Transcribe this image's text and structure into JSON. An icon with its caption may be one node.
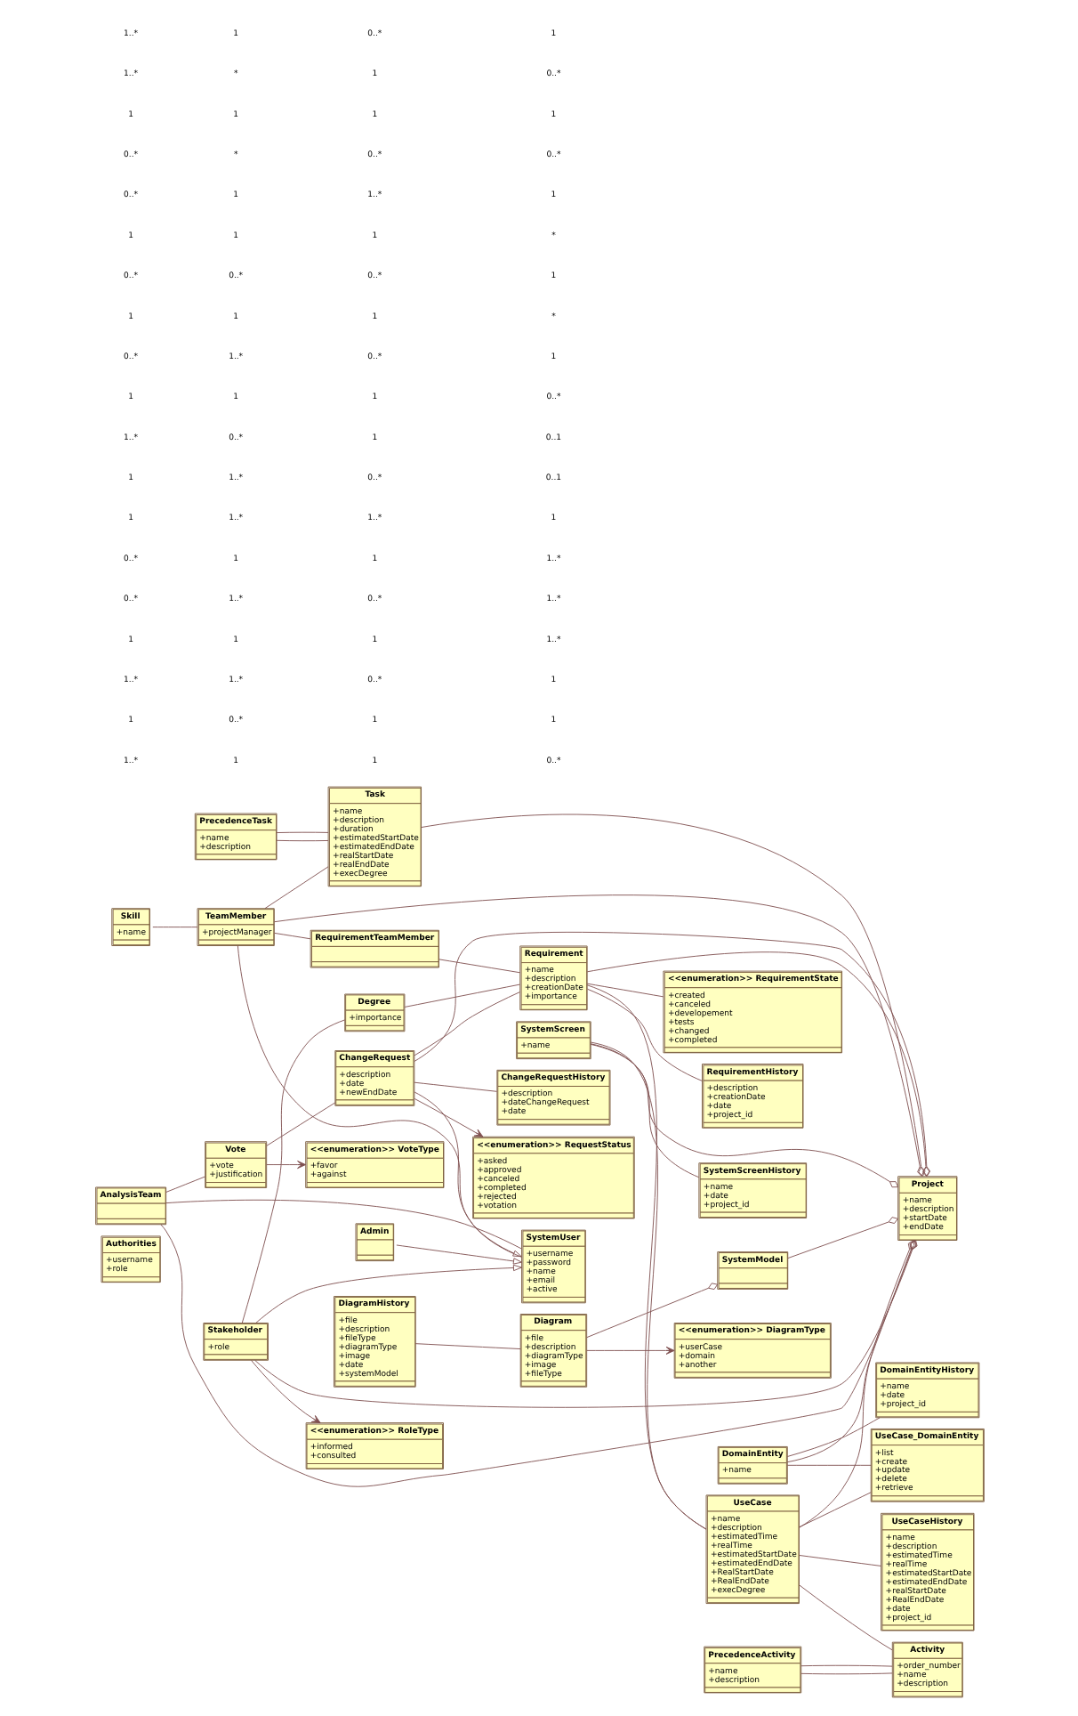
{
  "diagram": {
    "nodes": [
      {
        "text": [
          "Authorities",
          "+username",
          "+role"
        ]
      },
      {
        "text": [
          "Admin"
        ]
      },
      {
        "text": [
          "SystemUser",
          "+username",
          "+password",
          "+name",
          "+email",
          "+active"
        ]
      },
      {
        "text": [
          "Skill",
          "+name"
        ]
      },
      {
        "text": [
          "TeamMember",
          "+projectManager"
        ]
      },
      {
        "text": [
          "PrecedenceTask",
          "+name",
          "+description"
        ]
      },
      {
        "text": [
          "Task",
          "+name",
          "+description",
          "+duration",
          "+estimatedStartDate",
          "+estimatedEndDate",
          "+realStartDate",
          "+realEndDate",
          "+execDegree"
        ]
      },
      {
        "text": [
          "DiagramHistory",
          "+file",
          "+description",
          "+fileType",
          "+diagramType",
          "+image",
          "+date",
          "+systemModel"
        ]
      },
      {
        "text": [
          "<<enumeration>> RoleType",
          "+informed",
          "+consulted"
        ]
      },
      {
        "text": [
          "Diagram",
          "+file",
          "+description",
          "+diagramType",
          "+image",
          "+fileType"
        ]
      },
      {
        "text": [
          "<<enumeration>> DiagramType",
          "+userCase",
          "+domain",
          "+another"
        ]
      },
      {
        "text": [
          "DomainEntityHistory",
          "+name",
          "+date",
          "+project_id"
        ]
      },
      {
        "text": [
          "Stakeholder",
          "+role"
        ]
      },
      {
        "text": [
          "SystemModel"
        ]
      },
      {
        "text": [
          "DomainEntity",
          "+name"
        ]
      },
      {
        "text": [
          "AnalysisTeam"
        ]
      },
      {
        "text": [
          "Project",
          "+name",
          "+description",
          "+startDate",
          "+endDate"
        ]
      },
      {
        "text": [
          "RequirementTeamMember"
        ]
      },
      {
        "text": [
          "SystemScreen",
          "+name"
        ]
      },
      {
        "text": [
          "SystemScreenHistory",
          "+name",
          "+date",
          "+project_id"
        ]
      },
      {
        "text": [
          "UseCase_DomainEntity",
          "+list",
          "+create",
          "+update",
          "+delete",
          "+retrieve"
        ]
      },
      {
        "text": [
          "PrecedenceActivity",
          "+name",
          "+description"
        ]
      },
      {
        "text": [
          "Degree",
          "+importance"
        ]
      },
      {
        "text": [
          "Activity",
          "+order_number",
          "+name",
          "+description"
        ]
      },
      {
        "text": [
          "<<enumeration>> VoteType",
          "+favor",
          "+against"
        ]
      },
      {
        "text": [
          "Vote",
          "+vote",
          "+justification"
        ]
      },
      {
        "text": [
          "UseCase",
          "+name",
          "+description",
          "+estimatedTime",
          "+realTime",
          "+estimatedStartDate",
          "+estimatedEndDate",
          "+RealStartDate",
          "+RealEndDate",
          "+execDegree"
        ]
      },
      {
        "text": [
          "Requirement",
          "+name",
          "+description",
          "+creationDate",
          "+importance"
        ]
      },
      {
        "text": [
          "UseCaseHistory",
          "+name",
          "+description",
          "+estimatedTime",
          "+realTime",
          "+estimatedStartDate",
          "+estimatedEndDate",
          "+realStartDate",
          "+RealEndDate",
          "+date",
          "+project_id"
        ]
      },
      {
        "text": [
          "ChangeRequest",
          "+description",
          "+date",
          "+newEndDate"
        ]
      },
      {
        "text": [
          "<<enumeration>> RequestStatus",
          "+asked",
          "+approved",
          "+canceled",
          "+completed",
          "+rejected",
          "+votation"
        ]
      },
      {
        "text": [
          "ChangeRequestHistory",
          "+description",
          "+dateChangeRequest",
          "+date"
        ]
      },
      {
        "text": [
          "<<enumeration>> RequirementState",
          "+created",
          "+canceled",
          "+developement",
          "+tests",
          "+changed",
          "+completed"
        ]
      },
      {
        "text": [
          "RequirementHistory",
          "+description",
          "+creationDate",
          "+date",
          "+project_id"
        ]
      }
    ],
    "edges": [
      {
        "from": 1,
        "to": 2,
        "arrow": "to"
      },
      {
        "from": 4,
        "to": 2,
        "arrow": "to"
      },
      {
        "from": 12,
        "to": 2,
        "arrow": "to"
      },
      {
        "from": 3,
        "to": 4,
        "arrow": "none"
      },
      {
        "from": 4,
        "to": 6,
        "arrow": "none"
      },
      {
        "from": 5,
        "to": 6,
        "arrow": "none"
      },
      {
        "from": 5,
        "to": 6,
        "arrow": "none"
      },
      {
        "from": 6,
        "to": 16,
        "arrow": "other"
      },
      {
        "from": 4,
        "to": 16,
        "arrow": "other"
      },
      {
        "from": 4,
        "to": 17,
        "arrow": "none"
      },
      {
        "from": 7,
        "to": 9,
        "arrow": "none"
      },
      {
        "from": 9,
        "to": 10,
        "arrow": "to"
      },
      {
        "from": 9,
        "to": 13,
        "arrow": "other"
      },
      {
        "from": 13,
        "to": 16,
        "arrow": "other"
      },
      {
        "from": 14,
        "to": 16,
        "arrow": "other"
      },
      {
        "from": 18,
        "to": 16,
        "arrow": "other"
      },
      {
        "from": 14,
        "to": 11,
        "arrow": "none"
      },
      {
        "from": 14,
        "to": 20,
        "arrow": "none"
      },
      {
        "from": 18,
        "to": 19,
        "arrow": "none"
      },
      {
        "from": 18,
        "to": 26,
        "arrow": "none"
      },
      {
        "from": 26,
        "to": 20,
        "arrow": "none"
      },
      {
        "from": 26,
        "to": 23,
        "arrow": "none"
      },
      {
        "from": 21,
        "to": 23,
        "arrow": "none"
      },
      {
        "from": 21,
        "to": 23,
        "arrow": "none"
      },
      {
        "from": 26,
        "to": 28,
        "arrow": "none"
      },
      {
        "from": 26,
        "to": 16,
        "arrow": "other"
      },
      {
        "from": 17,
        "to": 27,
        "arrow": "none"
      },
      {
        "from": 12,
        "to": 16,
        "arrow": "other"
      },
      {
        "from": 12,
        "to": 8,
        "arrow": "to"
      },
      {
        "from": 12,
        "to": 22,
        "arrow": "none"
      },
      {
        "from": 22,
        "to": 27,
        "arrow": "none"
      },
      {
        "from": 15,
        "to": 16,
        "arrow": "other"
      },
      {
        "from": 15,
        "to": 2,
        "arrow": "none"
      },
      {
        "from": 29,
        "to": 2,
        "arrow": "none"
      },
      {
        "from": 15,
        "to": 25,
        "arrow": "none"
      },
      {
        "from": 25,
        "to": 24,
        "arrow": "to"
      },
      {
        "from": 25,
        "to": 29,
        "arrow": "none"
      },
      {
        "from": 29,
        "to": 16,
        "arrow": "other"
      },
      {
        "from": 27,
        "to": 16,
        "arrow": "other"
      },
      {
        "from": 29,
        "to": 27,
        "arrow": "none"
      },
      {
        "from": 29,
        "to": 31,
        "arrow": "none"
      },
      {
        "from": 29,
        "to": 30,
        "arrow": "to"
      },
      {
        "from": 27,
        "to": 26,
        "arrow": "none"
      },
      {
        "from": 27,
        "to": 32,
        "arrow": "none"
      },
      {
        "from": 27,
        "to": 33,
        "arrow": "none"
      }
    ],
    "labels": [
      "1..*",
      "1..*",
      "1",
      "0..*",
      "0..*",
      "1",
      "0..*",
      "1",
      "0..*",
      "1",
      "1..*",
      "1",
      "1",
      "0..*",
      "0..*",
      "1",
      "1..*",
      "1",
      "1..*",
      "1",
      "*",
      "1",
      "*",
      "1",
      "1",
      "0..*",
      "1",
      "1..*",
      "1",
      "0..*",
      "1..*",
      "1..*",
      "1",
      "1..*",
      "1",
      "1..*",
      "0..*",
      "1",
      "0..*",
      "1",
      "1",
      "0..*",
      "1..*",
      "1",
      "0..*",
      "1",
      "0..*",
      "1",
      "1",
      "0..*",
      "1..*",
      "1",
      "0..*",
      "1",
      "0..*",
      "1",
      "1",
      "1",
      "0..*",
      "1",
      "0..*",
      "1",
      "*",
      "1",
      "*",
      "1",
      "0..*",
      "0..1",
      "0..1",
      "1",
      "1..*",
      "1..*",
      "1..*",
      "1",
      "1",
      "0..*"
    ]
  }
}
